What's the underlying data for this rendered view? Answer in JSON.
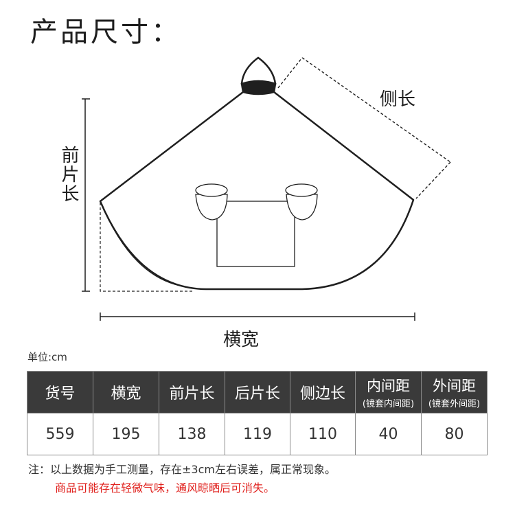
{
  "title": "产品尺寸：",
  "diagram": {
    "side_label": "侧长",
    "front_label": "前片长",
    "width_label": "横宽"
  },
  "unit": "单位:cm",
  "table": {
    "headers": [
      {
        "main": "货号",
        "sub": ""
      },
      {
        "main": "横宽",
        "sub": ""
      },
      {
        "main": "前片长",
        "sub": ""
      },
      {
        "main": "后片长",
        "sub": ""
      },
      {
        "main": "侧边长",
        "sub": ""
      },
      {
        "main": "内间距",
        "sub": "(镜套内间距)"
      },
      {
        "main": "外间距",
        "sub": "(镜套外间距)"
      }
    ],
    "row": [
      "559",
      "195",
      "138",
      "119",
      "110",
      "40",
      "80"
    ]
  },
  "notes": {
    "note1": "注：以上数据为手工测量，存在±3cm左右误差，属正常现象。",
    "note2": "商品可能存在轻微气味，通风晾晒后可消失。"
  },
  "colors": {
    "header_bg": "#3a3a3a",
    "note_red": "#e0201c"
  }
}
